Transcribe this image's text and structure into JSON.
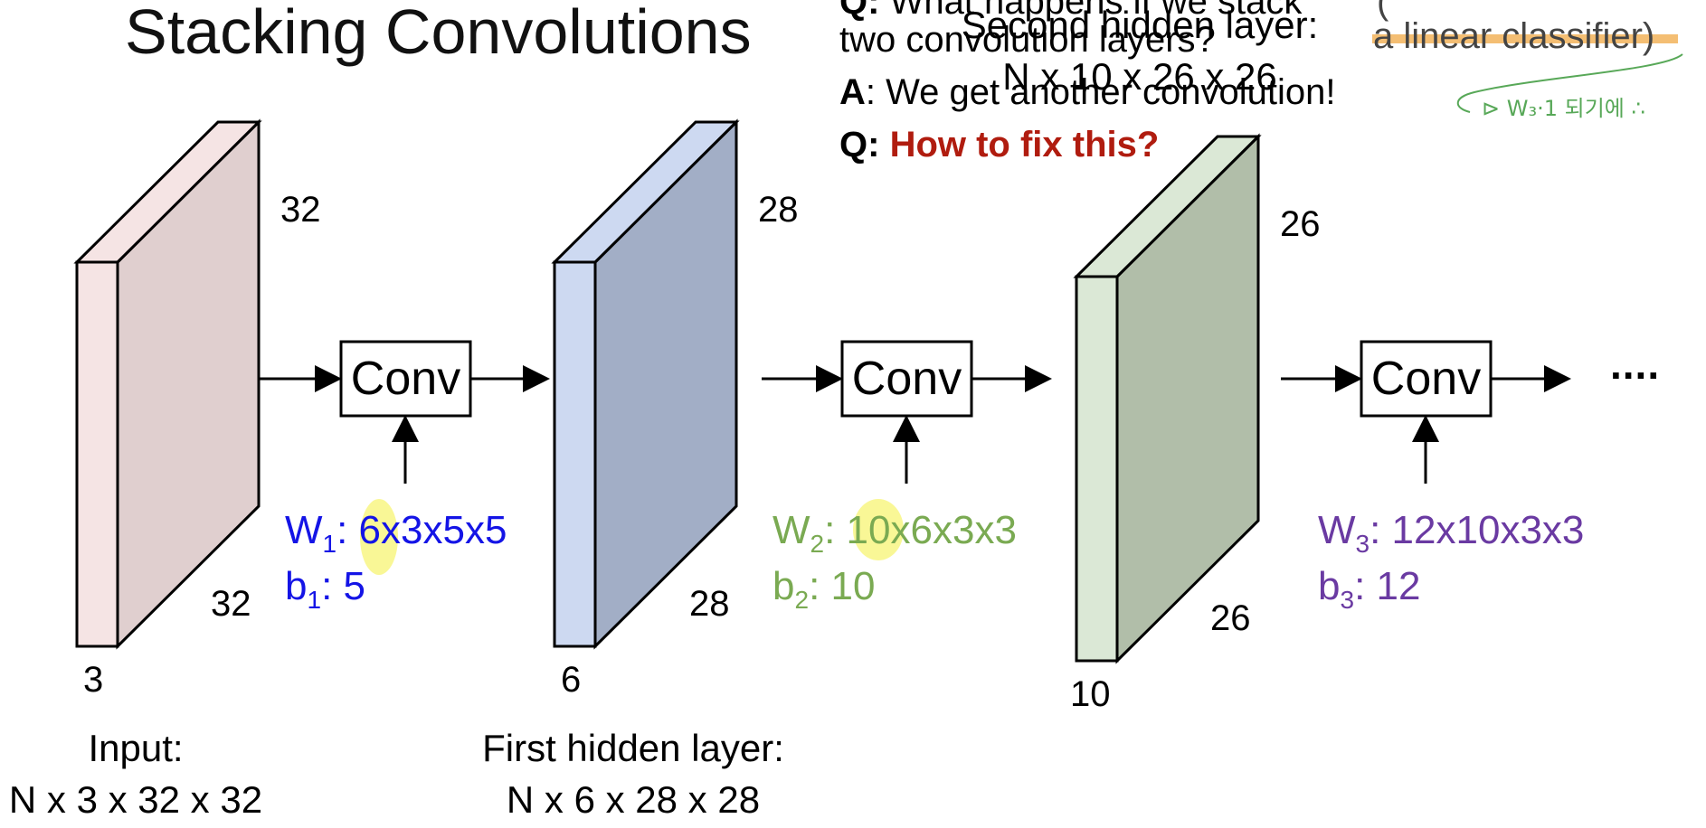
{
  "title": "Stacking Convolutions",
  "qa": {
    "q1_prefix": "Q:",
    "q1_line1": "What happens if we stack",
    "q1_line2": "two convolution layers?",
    "a_prefix": "A",
    "a_text": ": We get another convolution!",
    "q2_prefix": "Q:",
    "q2_text": "How to fix this?",
    "q2_color": "#b01c0f"
  },
  "annotation": {
    "paren_text": "(",
    "classifier_text": "a linear classifier)",
    "handwritten_note": "⊳ W₃·1 되기에 ∴"
  },
  "volumes": [
    {
      "depth": "3",
      "height": "32",
      "width": "32",
      "front_color": "#f5e4e4",
      "side_color": "#e0cfcf",
      "caption_line1": "Input:",
      "caption_line2": "N x 3 x 32 x 32"
    },
    {
      "depth": "6",
      "height": "28",
      "width": "28",
      "front_color": "#cdd9f1",
      "side_color": "#a2aec6",
      "caption_line1": "First hidden layer:",
      "caption_line2": "N x 6 x 28 x 28"
    },
    {
      "depth": "10",
      "height": "26",
      "width": "26",
      "front_color": "#dbe8d6",
      "side_color": "#b1bea9",
      "caption_line1": "Second hidden layer:",
      "caption_line2": "N x 10 x 26 x 26"
    }
  ],
  "conv_blocks": [
    {
      "label": "Conv",
      "w_prefix": "W",
      "w_sub": "1",
      "w_value": ": 6x3x5x5",
      "b_prefix": "b",
      "b_sub": "1",
      "b_value": ": 5",
      "color": "#1414e6"
    },
    {
      "label": "Conv",
      "w_prefix": "W",
      "w_sub": "2",
      "w_value": ": 10x6x3x3",
      "b_prefix": "b",
      "b_sub": "2",
      "b_value": ": 10",
      "color": "#7aaa52"
    },
    {
      "label": "Conv",
      "w_prefix": "W",
      "w_sub": "3",
      "w_value": ": 12x10x3x3",
      "b_prefix": "b",
      "b_sub": "3",
      "b_value": ": 12",
      "color": "#6a3aa2"
    }
  ],
  "ellipsis": "...."
}
